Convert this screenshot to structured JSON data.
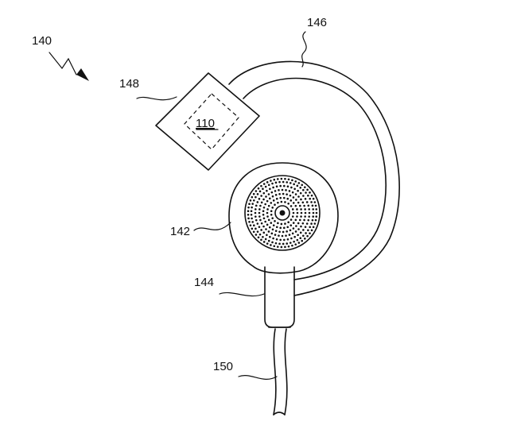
{
  "labels": {
    "system": "140",
    "earbud": "142",
    "stem": "144",
    "hook": "146",
    "module": "148",
    "chip": "110",
    "cable": "150"
  },
  "colors": {
    "line": "#111111",
    "background": "#ffffff"
  }
}
